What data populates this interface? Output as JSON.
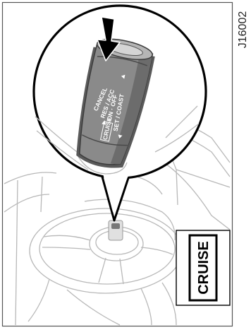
{
  "figure": {
    "code": "J16002",
    "legend_label": "CRUISE"
  },
  "stalk": {
    "labels": [
      "CANCEL",
      "RES / ACC",
      "ON · OFF",
      "SET / COAST"
    ],
    "cruise_badge": "CRUISE"
  },
  "colors": {
    "stalk": "#8a8a8a",
    "stalk_dark": "#4a4a4a",
    "line_art": "#b8b8b8",
    "arrow": "#000000",
    "frame": "#555555"
  },
  "icons": [
    "down-arrow-icon",
    "triangle-up-icon",
    "triangle-down-icon",
    "triangle-left-icon"
  ]
}
